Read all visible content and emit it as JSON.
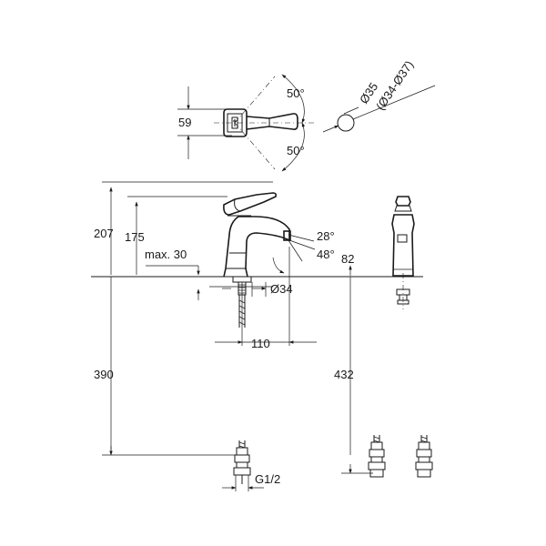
{
  "labels": {
    "dim_59": "59",
    "angle_50_top": "50°",
    "angle_50_bottom": "50°",
    "dia_35": "Ø35",
    "dia_range": "(Ø34-Ø37)",
    "dim_207": "207",
    "dim_175": "175",
    "max_30": "max. 30",
    "angle_28": "28°",
    "angle_48": "48°",
    "dim_82": "82",
    "dia_34": "Ø34",
    "dim_110": "110",
    "dim_390": "390",
    "dim_432": "432",
    "thread": "G1/2"
  }
}
